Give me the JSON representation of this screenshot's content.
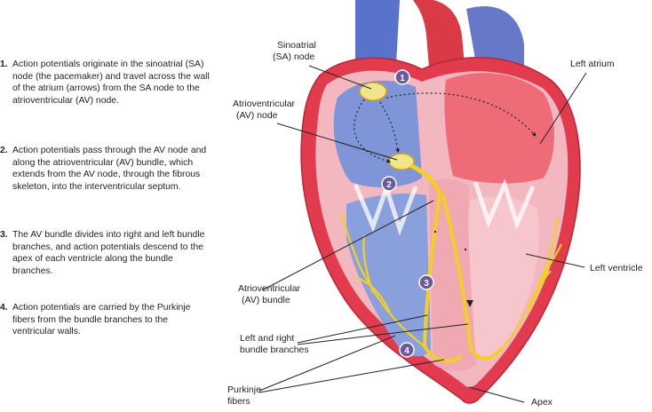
{
  "steps": [
    {
      "number": "1.",
      "text": "Action potentials originate in the sinoatrial (SA) node (the pacemaker) and travel across the wall of the atrium (arrows) from the SA node to the atrioventricular (AV) node."
    },
    {
      "number": "2.",
      "text": "Action potentials pass through the AV node and along the atrioventricular (AV) bundle, which extends from the AV node, through the fibrous skeleton, into the interventricular septum."
    },
    {
      "number": "3.",
      "text": "The AV bundle divides into right and left bundle branches, and action potentials descend to the apex of each ventricle along the bundle branches."
    },
    {
      "number": "4.",
      "text": "Action potentials are carried by the Purkinje fibers from the bundle branches to the ventricular walls."
    }
  ],
  "labels": {
    "sa_node": [
      "Sinoatrial",
      "(SA) node"
    ],
    "av_node": [
      "Atrioventricular",
      "(AV) node"
    ],
    "left_atrium": "Left atrium",
    "left_ventricle": "Left ventricle",
    "av_bundle": [
      "Atrioventricular",
      "(AV) bundle"
    ],
    "bundle_branches": [
      "Left and right",
      "bundle branches"
    ],
    "purkinje": [
      "Purkinje",
      "fibers"
    ],
    "apex": "Apex"
  },
  "badges": [
    "1",
    "2",
    "3",
    "4"
  ],
  "colors": {
    "badge": "#6b5aa0",
    "conduction": "#f2d023",
    "right_heart": "#7f95d8",
    "left_heart": "#e85a6a",
    "outer_wall": "#e33b4e",
    "wall_inner": "#f3b7c0"
  }
}
